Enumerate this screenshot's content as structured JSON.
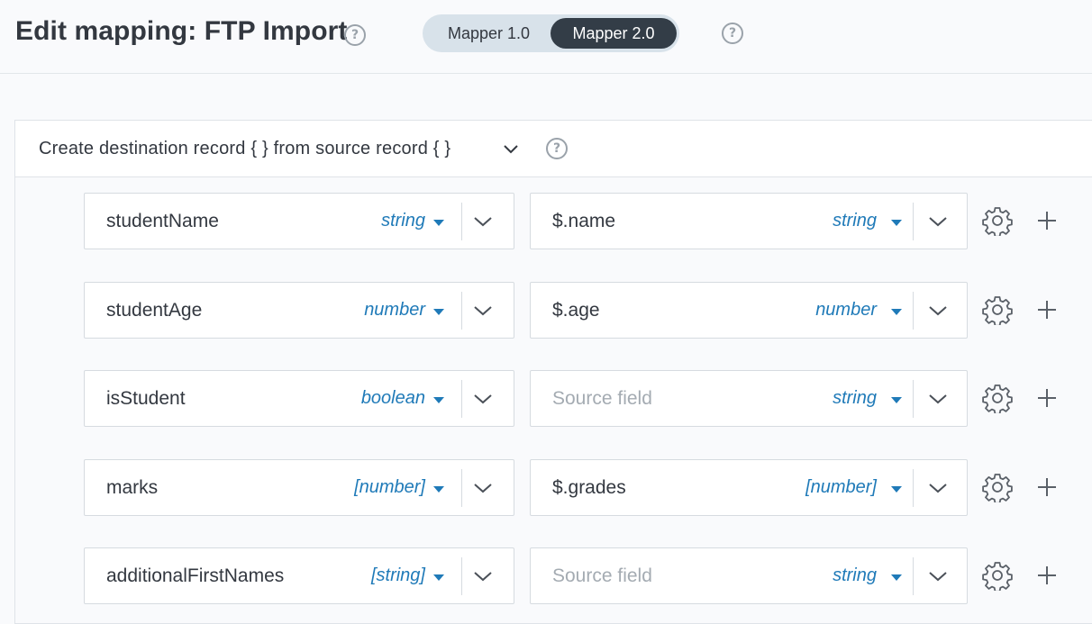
{
  "header": {
    "title": "Edit mapping: FTP Import",
    "help_glyph": "?",
    "toggle": {
      "option1": "Mapper 1.0",
      "option2": "Mapper 2.0",
      "selected": "Mapper 2.0"
    }
  },
  "panel": {
    "title": "Create destination record { } from source record { }",
    "help_glyph": "?"
  },
  "rows": [
    {
      "dest_field": "studentName",
      "dest_type": "string",
      "source_field": "$.name",
      "source_type": "string",
      "source_is_placeholder": false
    },
    {
      "dest_field": "studentAge",
      "dest_type": "number",
      "source_field": "$.age",
      "source_type": "number",
      "source_is_placeholder": false
    },
    {
      "dest_field": "isStudent",
      "dest_type": "boolean",
      "source_field": "Source field",
      "source_type": "string",
      "source_is_placeholder": true
    },
    {
      "dest_field": "marks",
      "dest_type": "[number]",
      "source_field": "$.grades",
      "source_type": "[number]",
      "source_is_placeholder": false
    },
    {
      "dest_field": "additionalFirstNames",
      "dest_type": "[string]",
      "source_field": "Source field",
      "source_type": "string",
      "source_is_placeholder": true
    }
  ],
  "icons": {
    "help": "help-circle-icon",
    "chevron": "chevron-down-icon",
    "type_caret": "caret-down-icon",
    "settings": "gear-icon",
    "add": "plus-icon"
  },
  "colors": {
    "type_text": "#1f7ab8",
    "toggle_selected_bg": "#333d47",
    "toggle_bg": "#d8e2ea"
  }
}
